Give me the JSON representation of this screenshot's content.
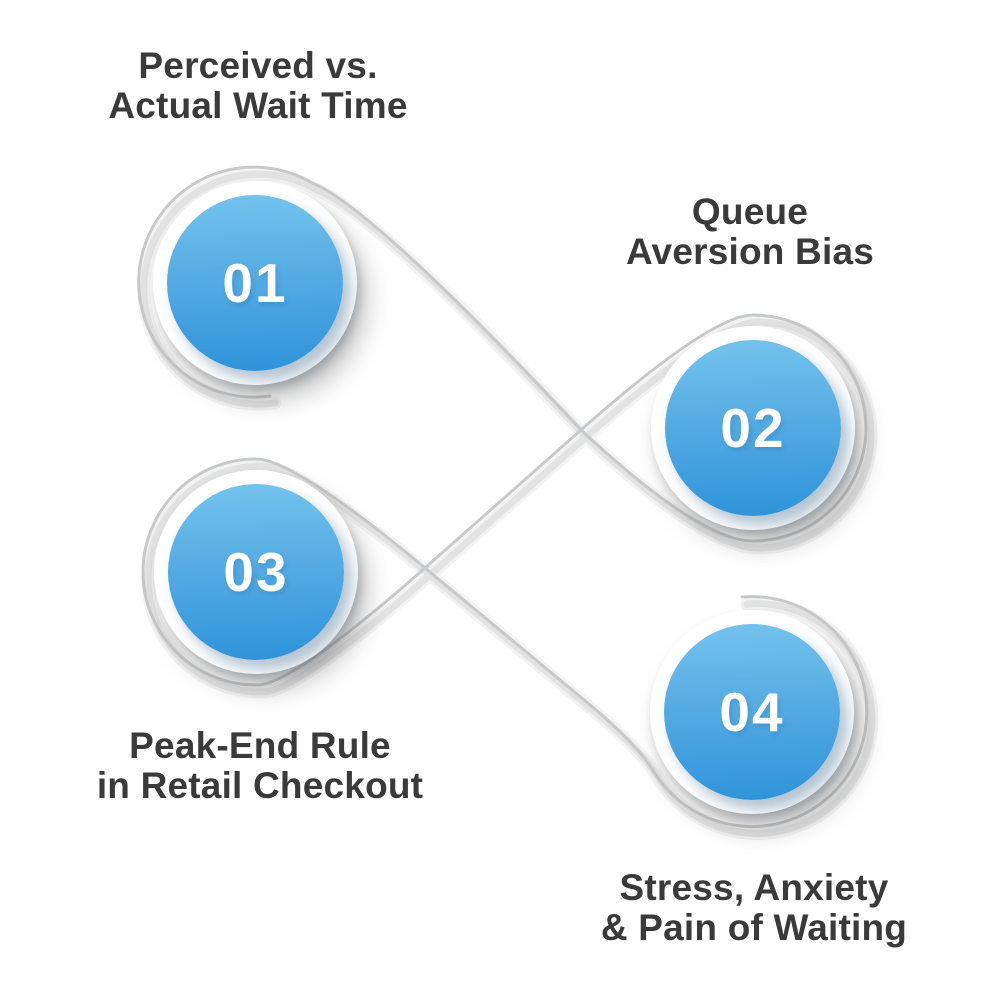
{
  "steps": [
    {
      "number": "01",
      "label": "Perceived vs.\nActual Wait Time"
    },
    {
      "number": "02",
      "label": "Queue\nAversion Bias"
    },
    {
      "number": "03",
      "label": "Peak-End Rule\nin Retail Checkout"
    },
    {
      "number": "04",
      "label": "Stress, Anxiety\n& Pain of Waiting"
    }
  ],
  "colors": {
    "blue_top": "#74c3ec",
    "blue_bottom": "#2e93da",
    "line_gray": "#c8c9ca",
    "text_dark": "#3a3a3a",
    "number_white": "#ffffff",
    "ring_white": "#ffffff",
    "background": "#ffffff"
  }
}
